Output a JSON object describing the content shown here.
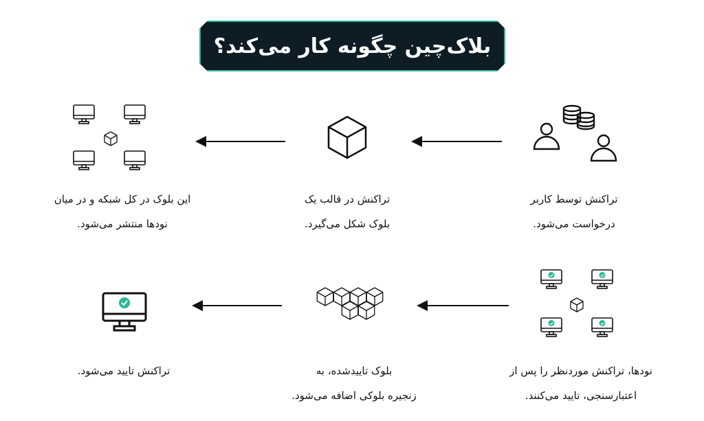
{
  "title": "بلاک‌چین چگونه کار می‌کند؟",
  "colors": {
    "title_bg": "#0e1d25",
    "accent": "#2bb795",
    "ink": "#111111"
  },
  "steps": [
    {
      "icon": "users-coins-icon",
      "lines": [
        "تراکنش توسط کاربر",
        "درخواست می‌شود."
      ]
    },
    {
      "icon": "cube-icon",
      "lines": [
        "تراکنش در قالب یک",
        "بلوک شکل می‌گیرد."
      ]
    },
    {
      "icon": "network-nodes-icon",
      "lines": [
        "این بلوک در کل شبکه و در میان",
        "نودها منتشر می‌شود."
      ]
    },
    {
      "icon": "validated-nodes-icon",
      "lines": [
        "نودها، تراکنش موردنظر را پس از",
        "اعتبارسنجی، تایید می‌کنند."
      ]
    },
    {
      "icon": "blockchain-icon",
      "lines": [
        "بلوک تاییدشده، به",
        "زنجیره بلوکی اضافه می‌شود."
      ]
    },
    {
      "icon": "verified-monitor-icon",
      "lines": [
        "تراکنش تایید می‌شود."
      ]
    }
  ]
}
